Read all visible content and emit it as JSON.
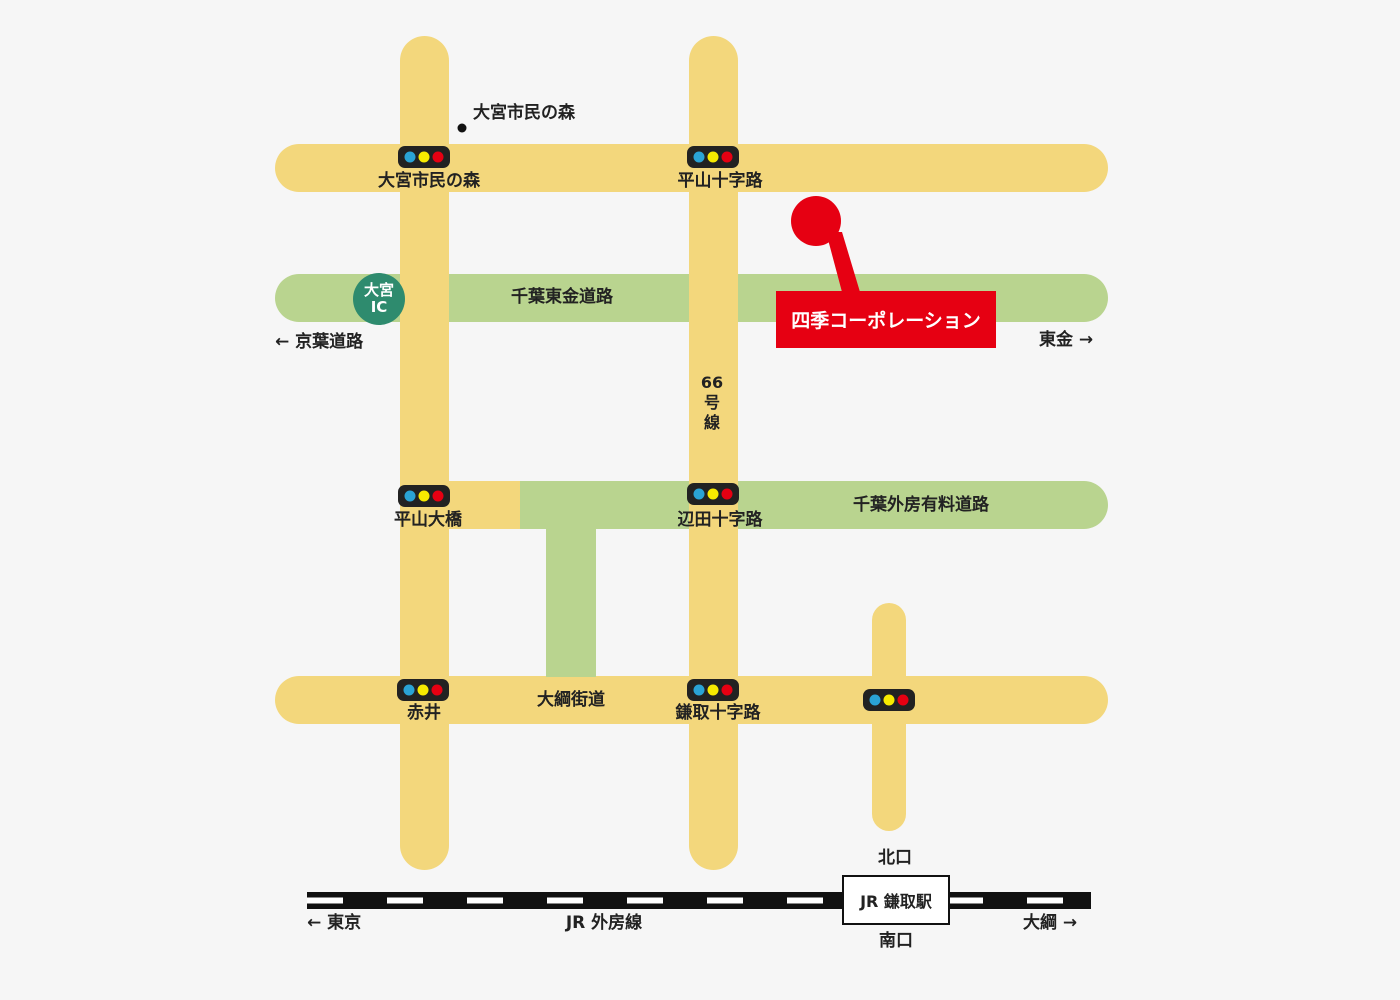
{
  "landmark": {
    "name": "大宮市民の森"
  },
  "ic": {
    "line1": "大宮",
    "line2": "IC"
  },
  "destination": {
    "name": "四季コーポレーション",
    "color": "#e60012"
  },
  "roads": {
    "expressway": "千葉東金道路",
    "toll_road": "千葉外房有料道路",
    "route66": [
      "66",
      "号",
      "線"
    ],
    "kaido": "大綱街道"
  },
  "intersections": {
    "omiya": "大宮市民の森",
    "hirayama_juji": "平山十字路",
    "hirayama_ohashi": "平山大橋",
    "henda": "辺田十字路",
    "akai": "赤井",
    "kamatori": "鎌取十字路"
  },
  "directions": {
    "keiyo": "← 京葉道路",
    "togane": "東金 →",
    "tokyo": "← 東京",
    "oami": "大綱 →"
  },
  "rail": {
    "line": "JR 外房線",
    "station": "JR 鎌取駅",
    "north_exit": "北口",
    "south_exit": "南口"
  },
  "colors": {
    "background": "#f6f6f6",
    "road": "#f3d77c",
    "toll_road": "#b9d48f",
    "ic_badge": "#2e8b6e",
    "signal_body": "#222222",
    "signal_blue": "#2aa3d5",
    "signal_yellow": "#f7ea00",
    "signal_red": "#e60012"
  }
}
